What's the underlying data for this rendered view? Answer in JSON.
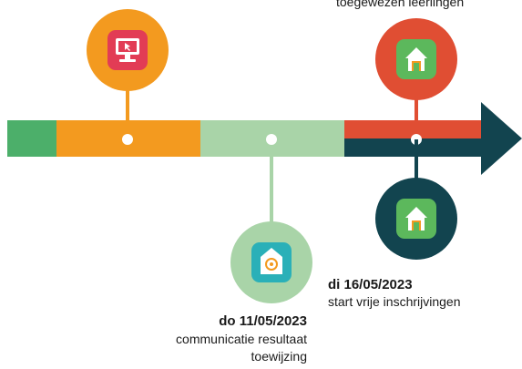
{
  "colors": {
    "green": "#4caf6a",
    "orange": "#f39a1f",
    "light_green": "#a9d4a8",
    "red_orange": "#e04e33",
    "dark_teal": "#12444f",
    "mint": "#a9d4a8",
    "icon_red": "#e23c55",
    "icon_green": "#5cb85c",
    "icon_teal": "#2ab0b8"
  },
  "milestones": [
    {
      "id": "m1",
      "icon": "computer-icon",
      "date": "",
      "text_lines": []
    },
    {
      "id": "m2",
      "icon": "email-house-icon",
      "date": "do 11/05/2023",
      "text_lines": [
        "communicatie resultaat",
        "toewijzing"
      ]
    },
    {
      "id": "m3",
      "icon": "house-icon",
      "date": "",
      "text_lines": [
        "toegewezen leerlingen"
      ]
    },
    {
      "id": "m4",
      "icon": "house-icon",
      "date": "di 16/05/2023",
      "text_lines": [
        "start vrije inschrijvingen"
      ]
    }
  ]
}
